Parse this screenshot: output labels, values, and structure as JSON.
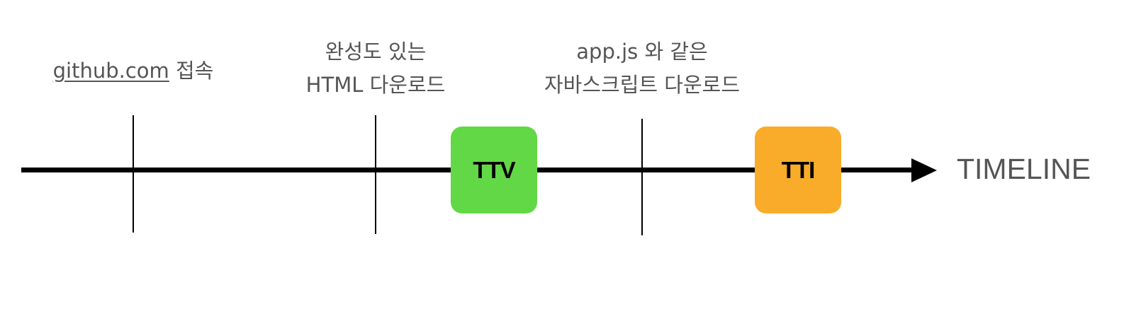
{
  "events": [
    {
      "link": "github.com",
      "text": " 접속"
    },
    {
      "line1": "완성도 있는",
      "line2": "HTML 다운로드"
    },
    {
      "line1": "app.js 와 같은",
      "line2": "자바스크립트 다운로드"
    }
  ],
  "milestones": [
    {
      "label": "TTV",
      "color": "#62d846"
    },
    {
      "label": "TTI",
      "color": "#f9ab2a"
    }
  ],
  "axis_label": "TIMELINE"
}
